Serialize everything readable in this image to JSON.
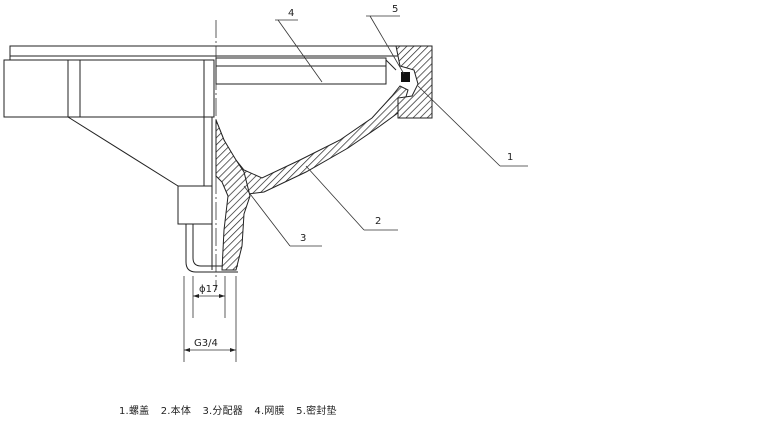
{
  "callouts": {
    "c1": "1",
    "c2": "2",
    "c3": "3",
    "c4": "4",
    "c5": "5"
  },
  "dimensions": {
    "bore": "ϕ17",
    "thread": "G3/4"
  },
  "legend": [
    "1.螺盖",
    "2.本体",
    "3.分配器",
    "4.网膜",
    "5.密封垫"
  ]
}
